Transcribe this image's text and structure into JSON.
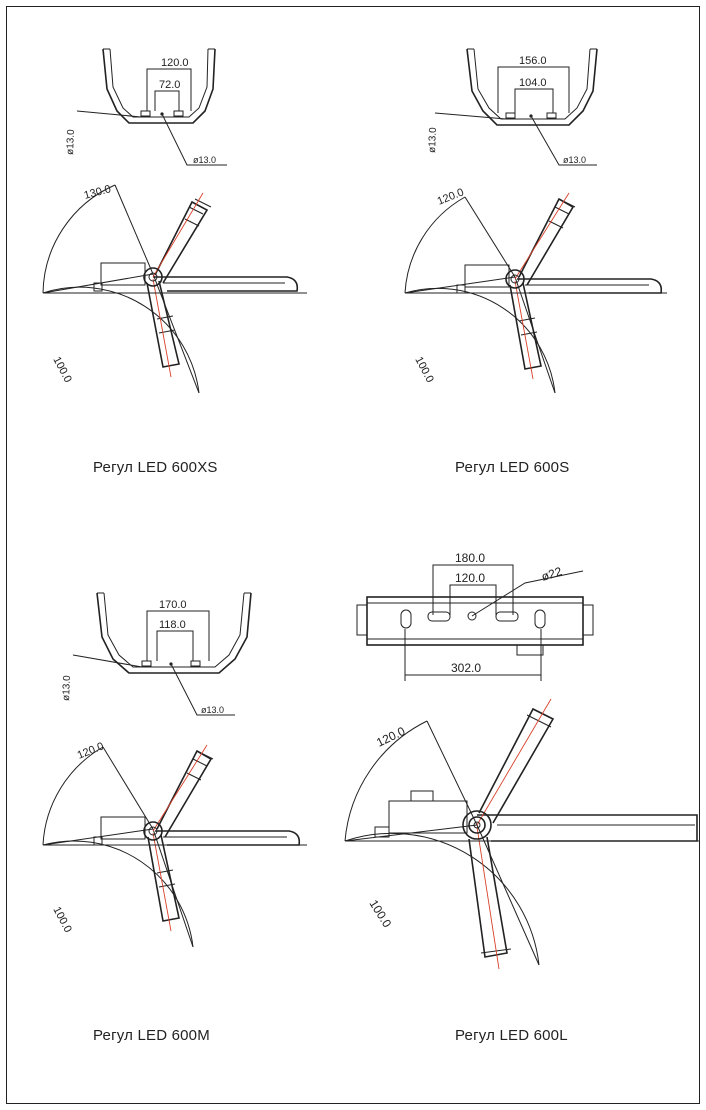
{
  "colors": {
    "line": "#222222",
    "axis": "#d9412b",
    "background": "#ffffff"
  },
  "panels": [
    {
      "caption": "Регул LED 600XS",
      "dims": {
        "outer": "120.0",
        "inner": "72.0",
        "side_hole": "ø13.0",
        "center_hole": "ø13.0",
        "angle_up": "130.0",
        "angle_down": "100.0"
      }
    },
    {
      "caption": "Регул LED 600S",
      "dims": {
        "outer": "156.0",
        "inner": "104.0",
        "side_hole": "ø13.0",
        "center_hole": "ø13.0",
        "angle_up": "120.0",
        "angle_down": "100.0"
      }
    },
    {
      "caption": "Регул LED 600M",
      "dims": {
        "outer": "170.0",
        "inner": "118.0",
        "side_hole": "ø13.0",
        "center_hole": "ø13.0",
        "angle_up": "120.0",
        "angle_down": "100.0"
      }
    },
    {
      "caption": "Регул LED 600L",
      "dims": {
        "outer": "180.0",
        "inner": "120.0",
        "center_hole": "ø22",
        "width": "302.0",
        "angle_up": "120.0",
        "angle_down": "100.0"
      }
    }
  ]
}
